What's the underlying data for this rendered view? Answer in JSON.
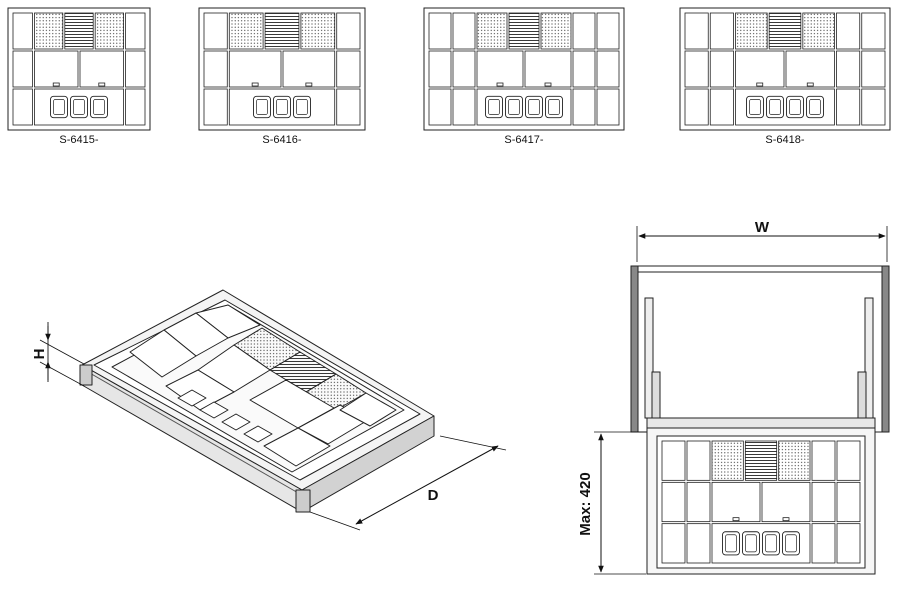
{
  "variants": [
    {
      "code": "S-6415-",
      "cols": 3
    },
    {
      "code": "S-6416-",
      "cols": 3
    },
    {
      "code": "S-6417-",
      "cols": 4
    },
    {
      "code": "S-6418-",
      "cols": 4
    }
  ],
  "dimensions": {
    "height": "H",
    "depth": "D",
    "width": "W",
    "max_height": "Max: 420"
  }
}
